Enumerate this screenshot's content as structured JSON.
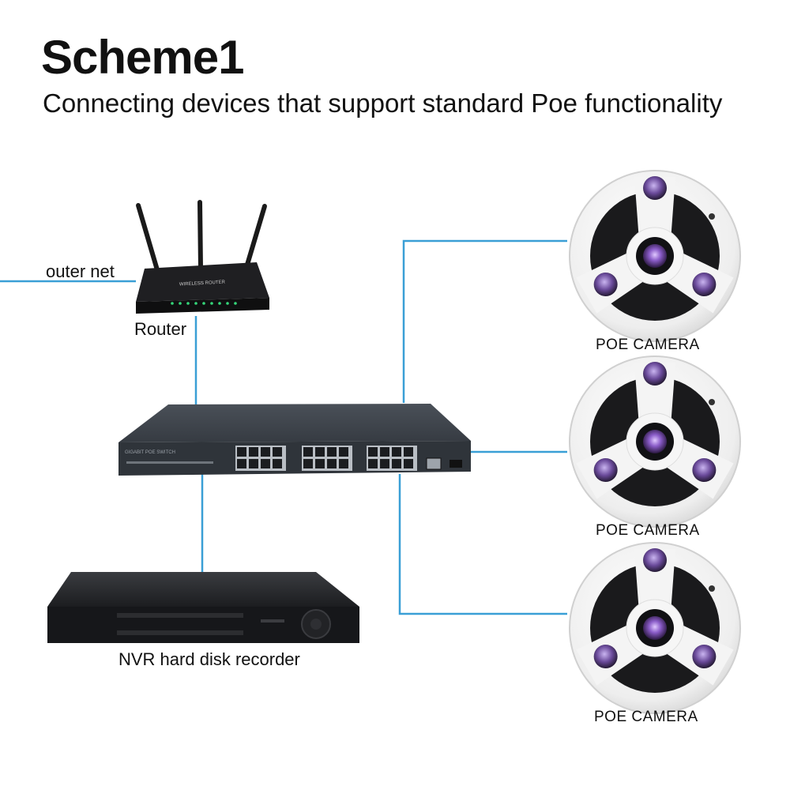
{
  "header": {
    "title": "Scheme1",
    "subtitle": "Connecting devices that support standard Poe functionality"
  },
  "devices": {
    "outer_net": "outer net",
    "router": "Router",
    "router_badge": "WIRELESS ROUTER",
    "switch_badge": "GIGABIT POE SWITCH",
    "nvr": "NVR hard disk recorder",
    "cameras": [
      "POE CAMERA",
      "POE CAMERA",
      "POE CAMERA"
    ]
  },
  "colors": {
    "connection_line": "#3a9fd6",
    "device_body": "#2b2e33",
    "camera_shell": "#f2f2f2",
    "camera_lens": "#8a5cc8"
  }
}
